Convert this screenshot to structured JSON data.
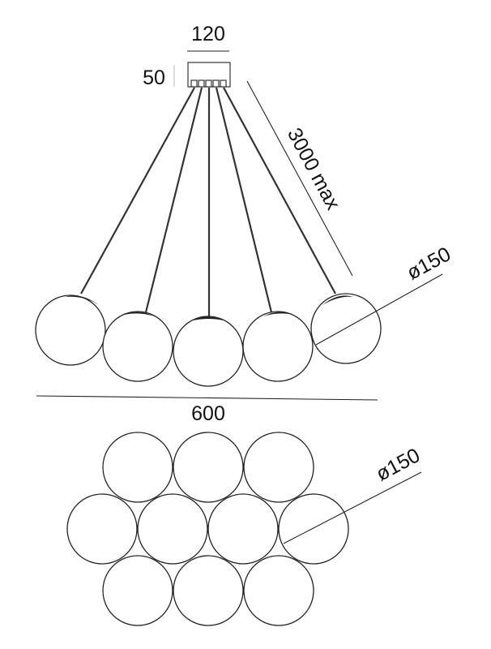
{
  "dimensions": {
    "canopy_width": "120",
    "canopy_height": "50",
    "cable_length": "3000 max",
    "globe_diameter_side": "ø150",
    "overall_width": "600",
    "globe_diameter_top": "ø150"
  },
  "side_view": {
    "globe_count": 5
  },
  "top_view": {
    "globe_count": 10
  }
}
